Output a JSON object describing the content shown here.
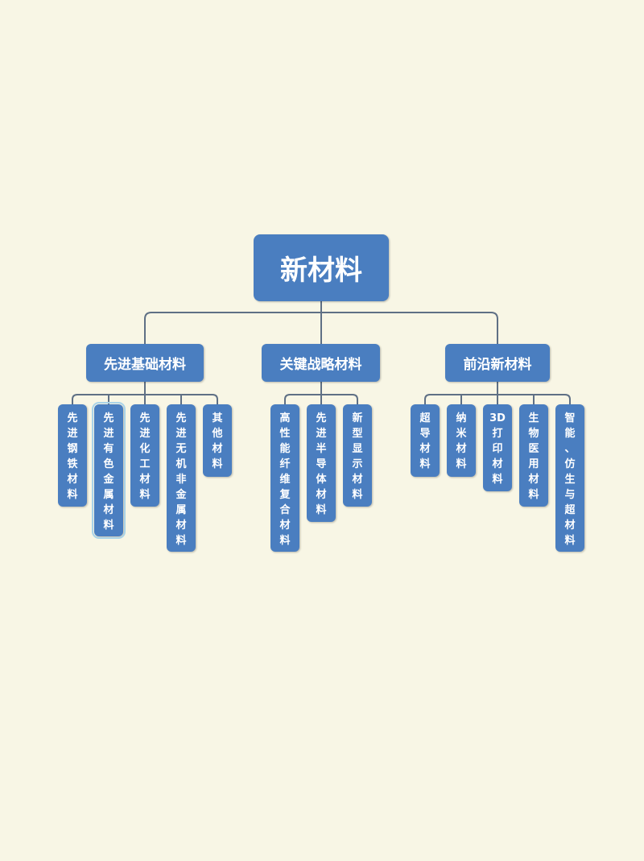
{
  "root": {
    "label": "新材料"
  },
  "categories": [
    {
      "label": "先进基础材料",
      "children": [
        "先进钢铁材料",
        "先进有色金属材料",
        "先进化工材料",
        "先进无机非金属材料",
        "其他材料"
      ]
    },
    {
      "label": "关键战略材料",
      "children": [
        "高性能纤维复合材料",
        "先进半导体材料",
        "新型显示材料"
      ]
    },
    {
      "label": "前沿新材料",
      "children": [
        "超导材料",
        "纳米材料",
        "3D打印材料",
        "生物医用材料",
        "智能、仿生与超材料"
      ]
    }
  ],
  "colors": {
    "box": "#4a7ec0",
    "line": "#5f7085",
    "background": "#f8f6e5"
  }
}
